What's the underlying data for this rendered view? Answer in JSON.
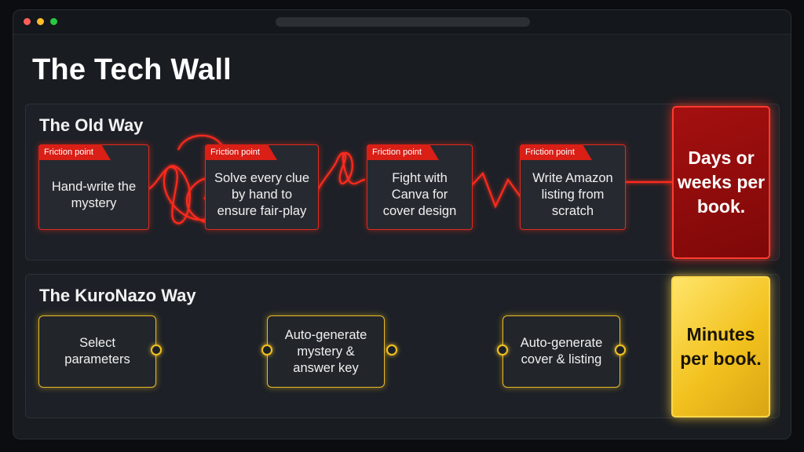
{
  "page": {
    "title": "The Tech Wall"
  },
  "old_way": {
    "title": "The Old Way",
    "steps": [
      {
        "tag": "Friction point",
        "text": "Hand-write the mystery"
      },
      {
        "tag": "Friction point",
        "text": "Solve every clue by hand to ensure fair-play"
      },
      {
        "tag": "Friction point",
        "text": "Fight with Canva for cover design"
      },
      {
        "tag": "Friction point",
        "text": "Write Amazon listing from scratch"
      }
    ],
    "result": "Days or weeks per book."
  },
  "new_way": {
    "title": "The KuroNazo Way",
    "steps": [
      {
        "text": "Select parameters"
      },
      {
        "text": "Auto-generate mystery & answer key"
      },
      {
        "text": "Auto-generate cover & listing"
      }
    ],
    "result": "Minutes per book."
  },
  "colors": {
    "friction_red": "#e02a1f",
    "result_red": "#a51010",
    "gold": "#f2c21f",
    "background": "#14171b"
  }
}
